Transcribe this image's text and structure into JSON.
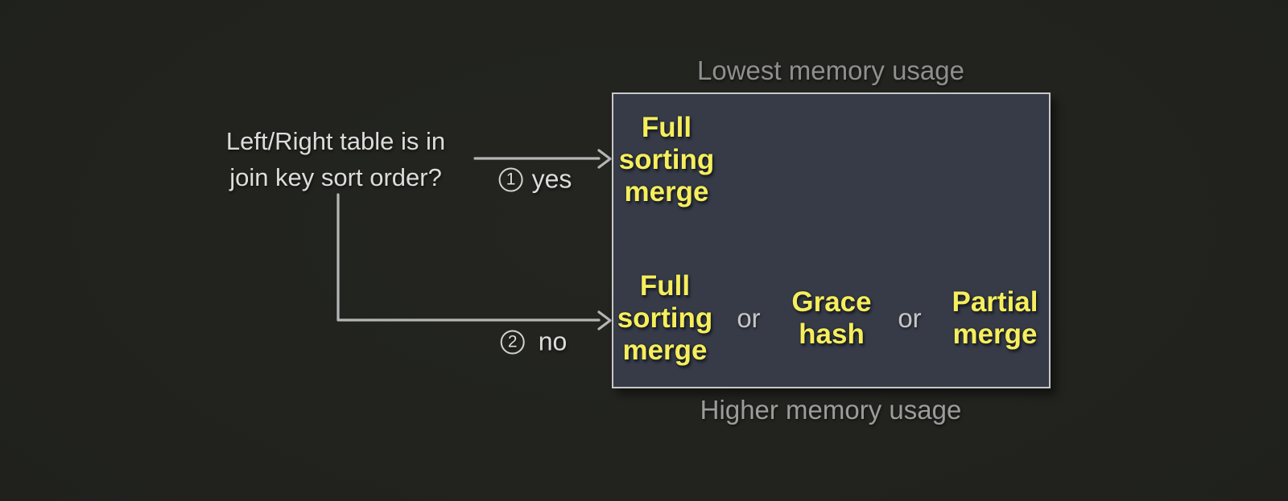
{
  "question": "Left/Right table is in\njoin key sort order?",
  "branches": {
    "yes": {
      "number": "1",
      "label": "yes"
    },
    "no": {
      "number": "2",
      "label": "no"
    }
  },
  "memory_scale": {
    "top": "Lowest memory usage",
    "bottom": "Higher memory usage"
  },
  "strategies": {
    "sorted_case": {
      "option1": "Full sorting merge"
    },
    "unsorted_case": {
      "option1": "Full sorting merge",
      "separator1": "or",
      "option2": "Grace hash",
      "separator2": "or",
      "option3": "Partial merge"
    }
  },
  "colors": {
    "background": "#20211d",
    "box_fill": "#363b47",
    "box_border": "#c8c8c8",
    "strategy_text": "#f6ee5c",
    "caption_text": "#949494",
    "body_text": "#dcdcdc",
    "connector": "#b5b5b5"
  }
}
